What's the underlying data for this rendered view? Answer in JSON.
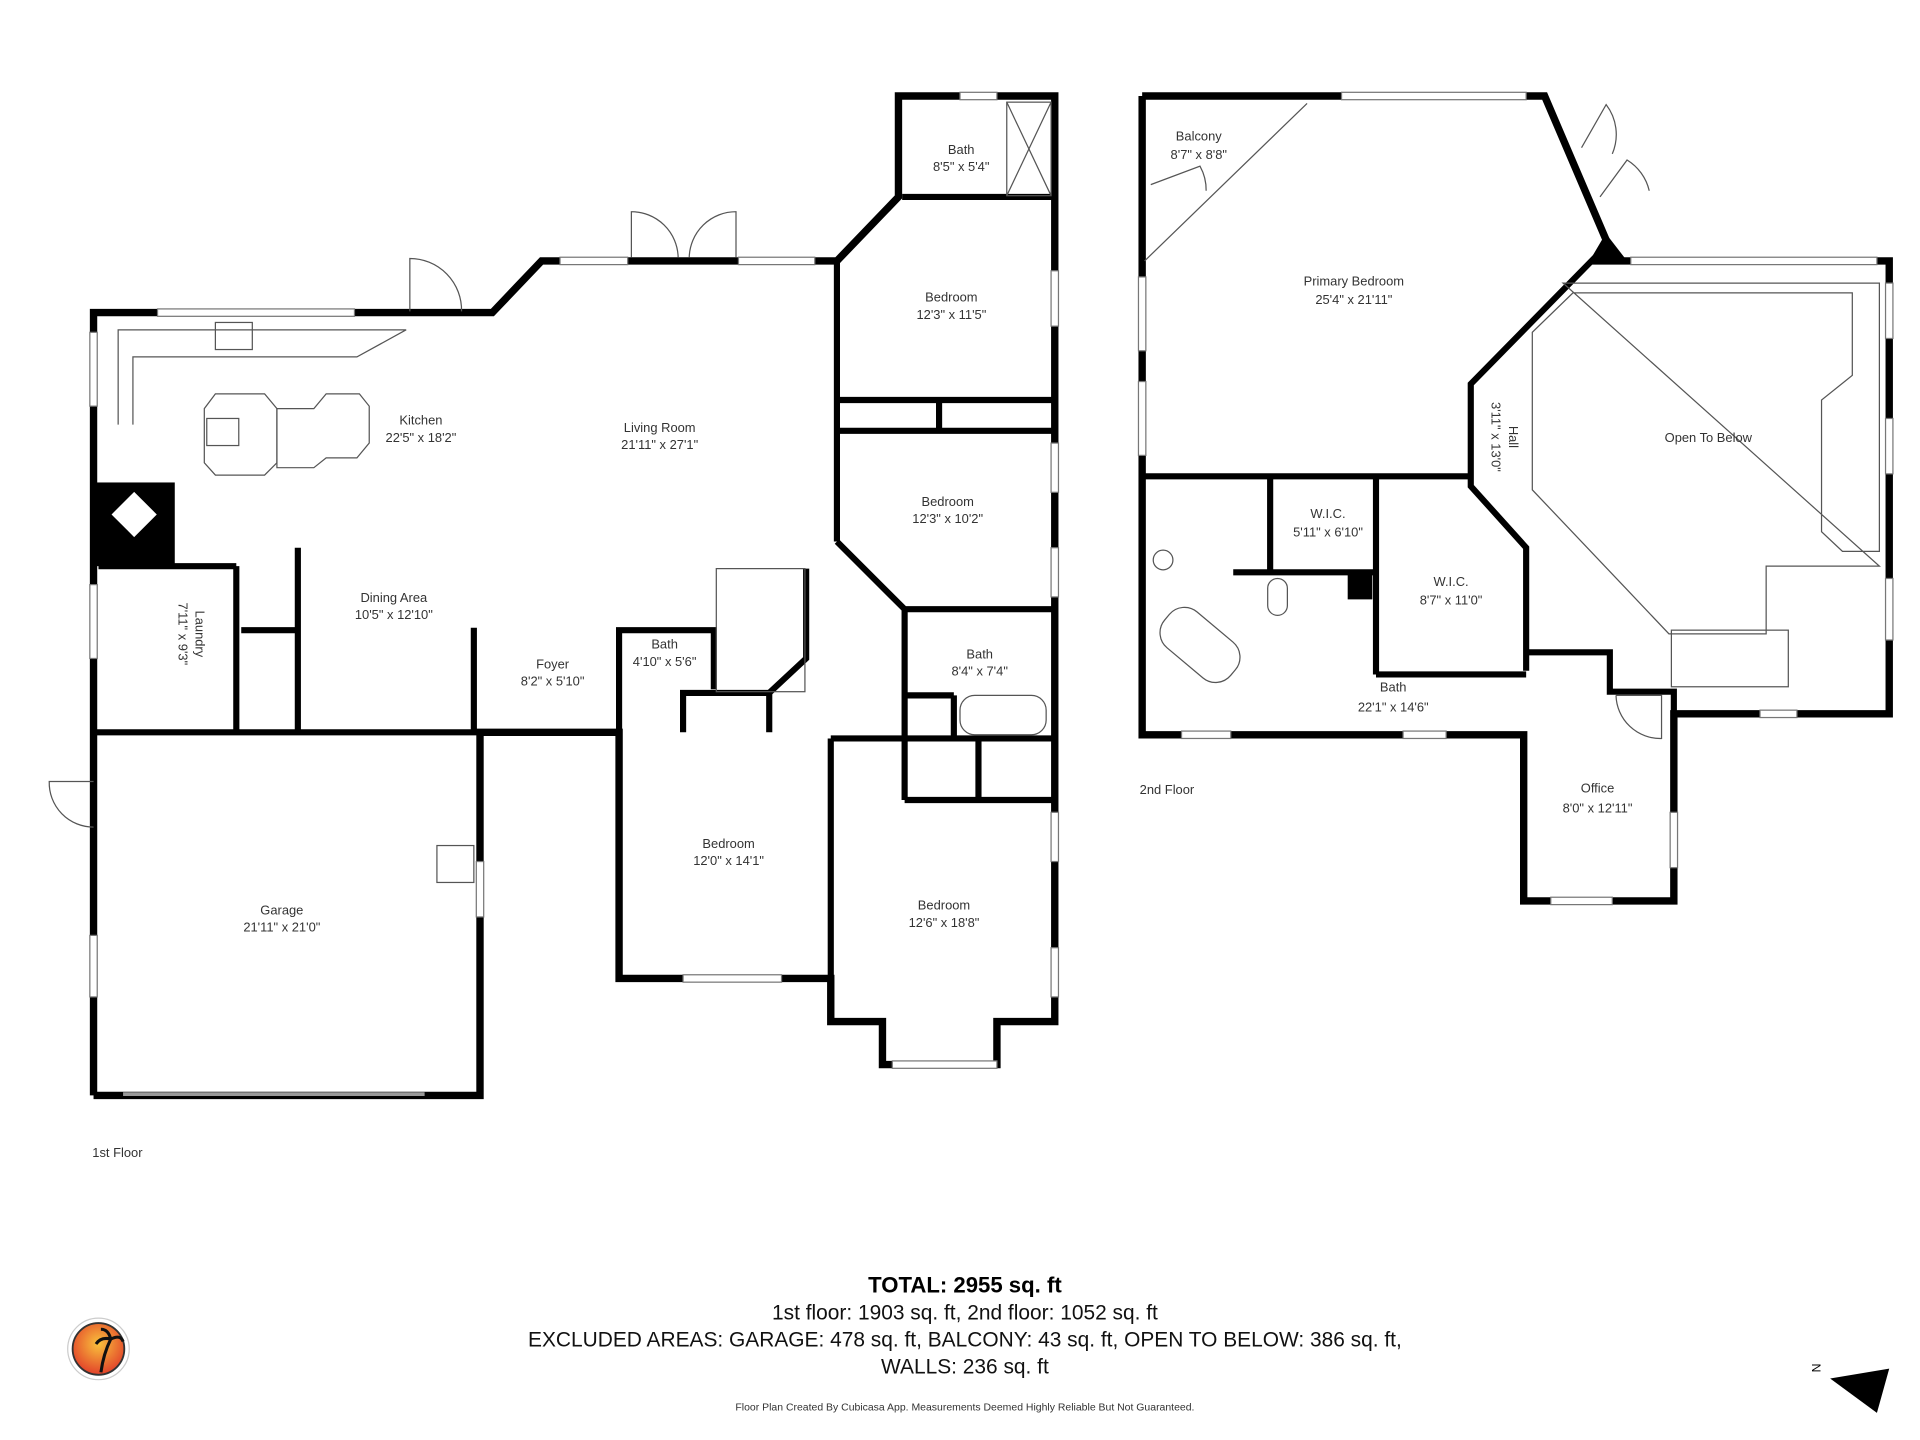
{
  "floor1": {
    "label": "1st Floor",
    "rooms": [
      {
        "name": "Bath",
        "size": "8'5\" x 5'4\""
      },
      {
        "name": "Bedroom",
        "size": "12'3\" x 11'5\""
      },
      {
        "name": "Kitchen",
        "size": "22'5\" x 18'2\""
      },
      {
        "name": "Living Room",
        "size": "21'11\" x 27'1\""
      },
      {
        "name": "Bedroom",
        "size": "12'3\" x 10'2\""
      },
      {
        "name": "Dining Area",
        "size": "10'5\" x 12'10\""
      },
      {
        "name": "Laundry",
        "size": "7'11\" x 9'3\""
      },
      {
        "name": "Bath",
        "size": "4'10\" x 5'6\""
      },
      {
        "name": "Foyer",
        "size": "8'2\" x 5'10\""
      },
      {
        "name": "Bath",
        "size": "8'4\" x 7'4\""
      },
      {
        "name": "Bedroom",
        "size": "12'0\" x 14'1\""
      },
      {
        "name": "Bedroom",
        "size": "12'6\" x 18'8\""
      },
      {
        "name": "Garage",
        "size": "21'11\" x 21'0\""
      }
    ]
  },
  "floor2": {
    "label": "2nd Floor",
    "rooms": [
      {
        "name": "Balcony",
        "size": "8'7\" x 8'8\""
      },
      {
        "name": "Primary Bedroom",
        "size": "25'4\" x 21'11\""
      },
      {
        "name": "Hall",
        "size": "3'11\" x 13'0\""
      },
      {
        "name": "Open To Below",
        "size": ""
      },
      {
        "name": "W.I.C.",
        "size": "5'11\" x 6'10\""
      },
      {
        "name": "W.I.C.",
        "size": "8'7\" x 11'0\""
      },
      {
        "name": "Bath",
        "size": "22'1\" x 14'6\""
      },
      {
        "name": "Office",
        "size": "8'0\" x 12'11\""
      }
    ]
  },
  "summary": {
    "total": "TOTAL: 2955 sq. ft",
    "floors": "1st floor: 1903 sq. ft, 2nd floor: 1052 sq. ft",
    "excluded": "EXCLUDED AREAS: GARAGE: 478 sq. ft, BALCONY: 43 sq. ft, OPEN TO BELOW: 386 sq. ft,",
    "walls": "WALLS: 236 sq. ft",
    "disclaimer": "Floor Plan Created By Cubicasa App. Measurements Deemed Highly Reliable But Not Guaranteed."
  },
  "compass": {
    "label": "N",
    "icon": "north-arrow-icon"
  },
  "logo": {
    "icon": "palm-sunset-logo",
    "colors": [
      "#f7a21b",
      "#e8452a"
    ]
  },
  "colors": {
    "walls": "#000000",
    "background": "#ffffff"
  }
}
